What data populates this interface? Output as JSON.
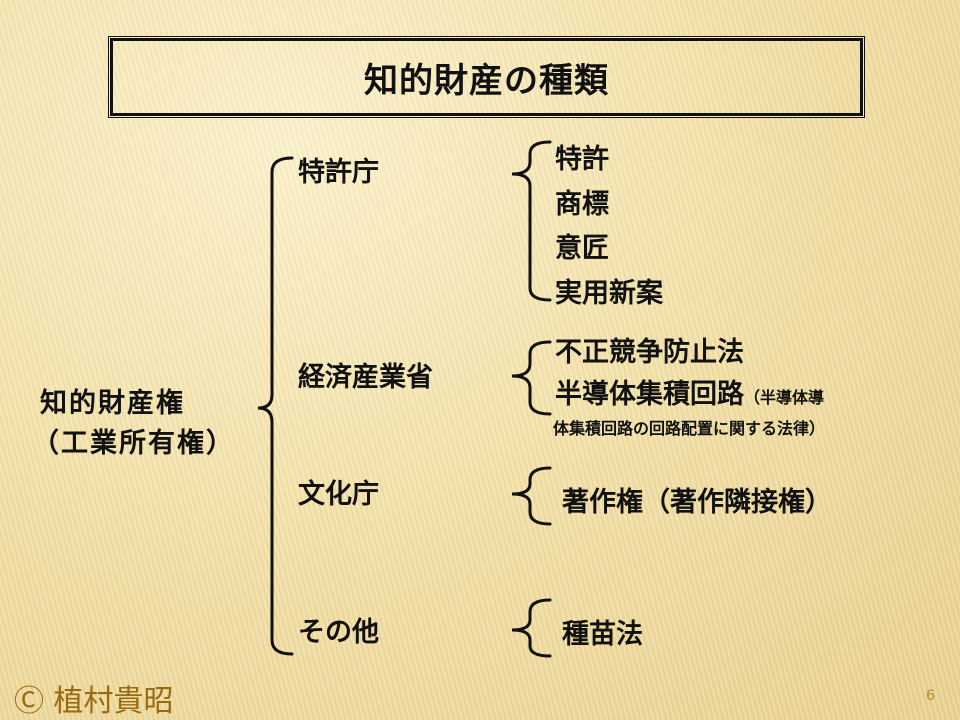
{
  "title": "知的財産の種類",
  "root": {
    "line1": "知的財産権",
    "line2": "（工業所有権）"
  },
  "branches": [
    {
      "agency": "特許庁",
      "items": [
        "特許",
        "商標",
        "意匠",
        "実用新案"
      ]
    },
    {
      "agency": "経済産業省",
      "items": [
        "不正競争防止法",
        "半導体集積回路"
      ],
      "note_start": "（半導体導",
      "note_end": "体集積回路の回路配置に関する法律）"
    },
    {
      "agency": "文化庁",
      "items": [
        "著作権（著作隣接権）"
      ]
    },
    {
      "agency": "その他",
      "items": [
        "種苗法"
      ]
    }
  ],
  "footer": {
    "copyright": "Ⓒ 植村貴昭",
    "page_number": "6"
  }
}
